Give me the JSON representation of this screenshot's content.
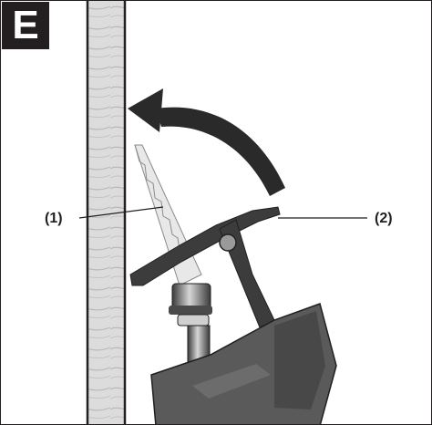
{
  "figure": {
    "badge": "E",
    "callouts": {
      "one": "(1)",
      "two": "(2)"
    },
    "colors": {
      "ink": "#231f20",
      "tool": "#5a5a5a",
      "tool_dark": "#3c3c3c",
      "blade": "#e8e8e8",
      "arrow": "#2a2a2a"
    },
    "icons": [
      "rotate-arrow-icon"
    ]
  }
}
